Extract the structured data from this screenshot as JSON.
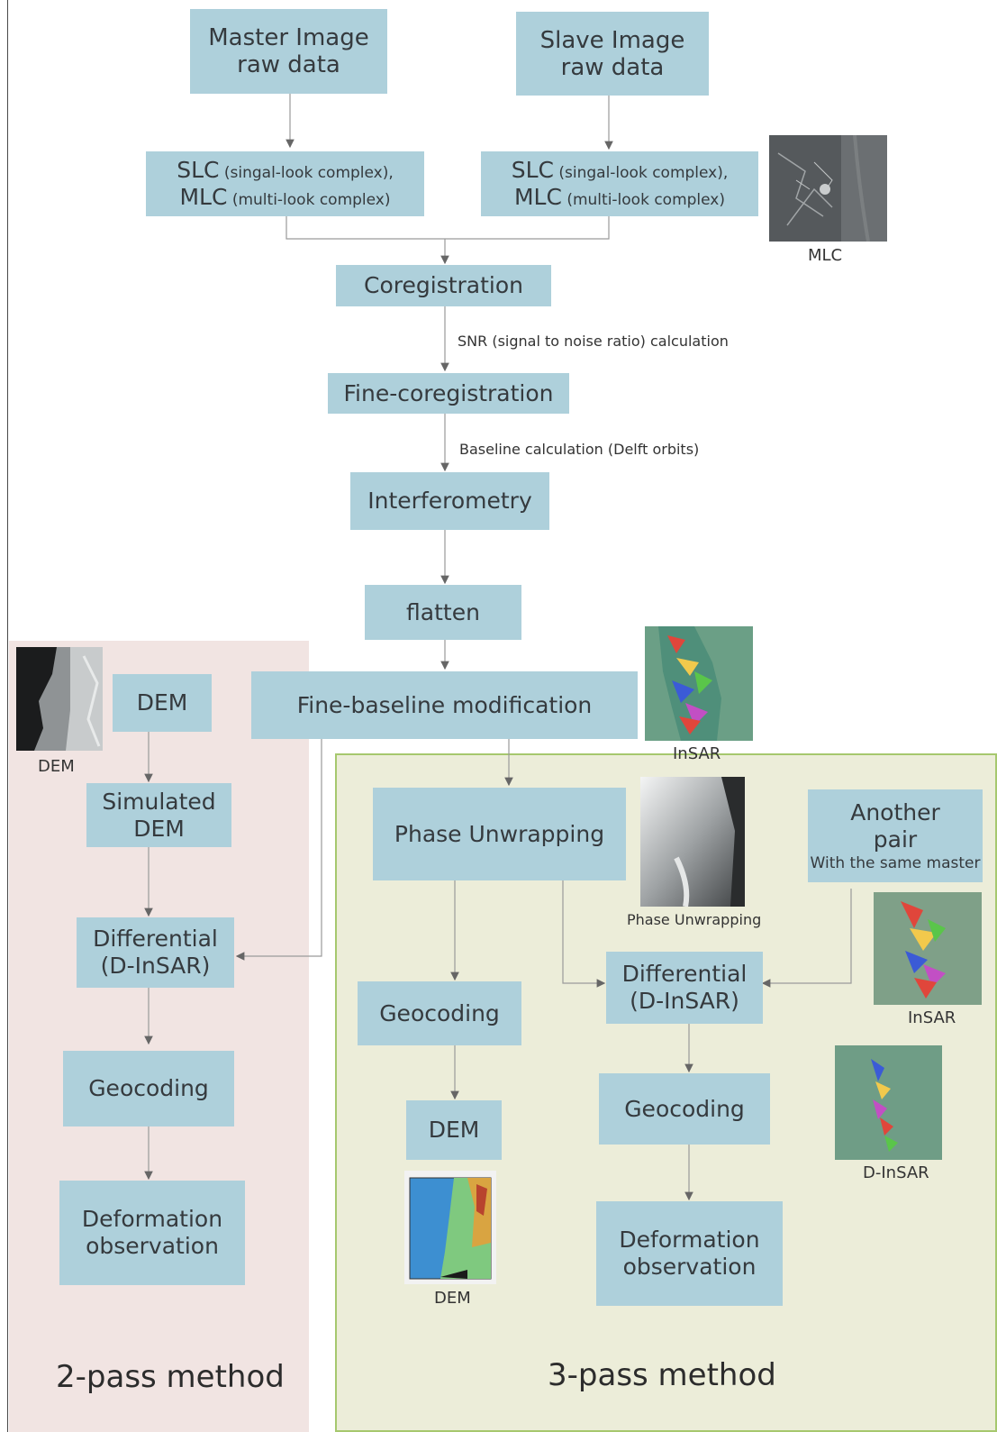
{
  "boxes": {
    "master": [
      "Master Image",
      "raw data"
    ],
    "slave": [
      "Slave Image",
      "raw data"
    ],
    "slc_left": {
      "l1_big": "SLC",
      "l1_small": " (singal-look complex),",
      "l2_big": "MLC",
      "l2_small": " (multi-look complex)"
    },
    "slc_right": {
      "l1_big": "SLC",
      "l1_small": " (singal-look complex),",
      "l2_big": "MLC",
      "l2_small": " (multi-look complex)"
    },
    "coregistration": "Coregistration",
    "fine_coregistration": "Fine-coregistration",
    "interferometry": "Interferometry",
    "flatten": "flatten",
    "fine_baseline": "Fine-baseline modification",
    "dem_input": "DEM",
    "simulated_dem": [
      "Simulated",
      "DEM"
    ],
    "differential_2pass": [
      "Differential",
      "(D-InSAR)"
    ],
    "geocoding_2pass": "Geocoding",
    "deformation_2pass": [
      "Deformation",
      "observation"
    ],
    "phase_unwrapping": "Phase Unwrapping",
    "another_pair": [
      "Another",
      "pair",
      "With the same master"
    ],
    "geocoding_3pass_left": "Geocoding",
    "dem_output": "DEM",
    "differential_3pass": [
      "Differential",
      "(D-InSAR)"
    ],
    "geocoding_3pass_right": "Geocoding",
    "deformation_3pass": [
      "Deformation",
      "observation"
    ]
  },
  "notes": {
    "snr": "SNR (signal to noise ratio) calculation",
    "baseline": "Baseline calculation (Delft orbits)"
  },
  "image_labels": {
    "mlc": "MLC",
    "insar_top": "InSAR",
    "dem_left": "DEM",
    "phase_unwrapping": "Phase Unwrapping",
    "insar_right": "InSAR",
    "dinsar": "D-InSAR",
    "dem_map": "DEM"
  },
  "methods": {
    "two_pass": "2-pass method",
    "three_pass": "3-pass method"
  },
  "colors": {
    "box_fill": "#aed0db",
    "two_pass_bg": "#f1e4e2",
    "three_pass_bg": "#ecedd9",
    "three_pass_border": "#a6c86e"
  }
}
